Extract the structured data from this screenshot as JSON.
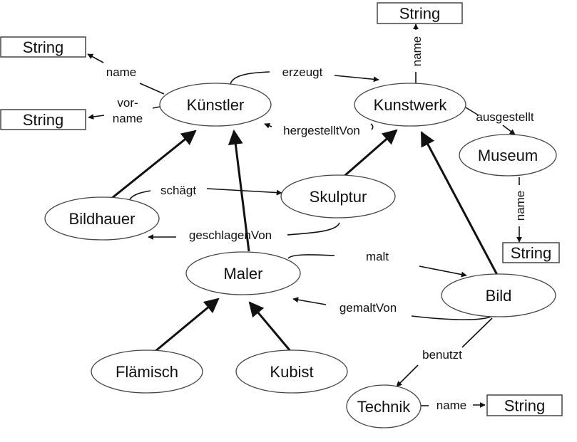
{
  "diagram": {
    "type": "ontology-graph",
    "classes": [
      {
        "id": "kuenstler",
        "label": "Künstler"
      },
      {
        "id": "kunstwerk",
        "label": "Kunstwerk"
      },
      {
        "id": "museum",
        "label": "Museum"
      },
      {
        "id": "bildhauer",
        "label": "Bildhauer"
      },
      {
        "id": "skulptur",
        "label": "Skulptur"
      },
      {
        "id": "maler",
        "label": "Maler"
      },
      {
        "id": "bild",
        "label": "Bild"
      },
      {
        "id": "flaemisch",
        "label": "Flämisch"
      },
      {
        "id": "kubist",
        "label": "Kubist"
      },
      {
        "id": "technik",
        "label": "Technik"
      }
    ],
    "literals": [
      {
        "id": "str_kuenstler_name",
        "label": "String"
      },
      {
        "id": "str_kuenstler_vorname",
        "label": "String"
      },
      {
        "id": "str_kunstwerk_name",
        "label": "String"
      },
      {
        "id": "str_museum_name",
        "label": "String"
      },
      {
        "id": "str_technik_name",
        "label": "String"
      }
    ],
    "properties": [
      {
        "id": "p_name_k",
        "label": "name",
        "from": "kuenstler",
        "to": "str_kuenstler_name"
      },
      {
        "id": "p_vorname_k",
        "label": "vor-\nname",
        "label_lines": [
          "vor-",
          "name"
        ],
        "from": "kuenstler",
        "to": "str_kuenstler_vorname"
      },
      {
        "id": "p_erzeugt",
        "label": "erzeugt",
        "from": "kuenstler",
        "to": "kunstwerk"
      },
      {
        "id": "p_hergestelltVon",
        "label": "hergestelltVon",
        "from": "kunstwerk",
        "to": "kuenstler"
      },
      {
        "id": "p_name_kw",
        "label": "name",
        "from": "kunstwerk",
        "to": "str_kunstwerk_name"
      },
      {
        "id": "p_ausgestellt",
        "label": "ausgestellt",
        "from": "kunstwerk",
        "to": "museum"
      },
      {
        "id": "p_name_m",
        "label": "name",
        "from": "museum",
        "to": "str_museum_name"
      },
      {
        "id": "p_schaegt",
        "label": "schägt",
        "from": "bildhauer",
        "to": "skulptur"
      },
      {
        "id": "p_geschlagenVon",
        "label": "geschlagenVon",
        "from": "skulptur",
        "to": "bildhauer"
      },
      {
        "id": "p_malt",
        "label": "malt",
        "from": "maler",
        "to": "bild"
      },
      {
        "id": "p_gemaltVon",
        "label": "gemaltVon",
        "from": "bild",
        "to": "maler"
      },
      {
        "id": "p_benutzt",
        "label": "benutzt",
        "from": "bild",
        "to": "technik"
      },
      {
        "id": "p_name_t",
        "label": "name",
        "from": "technik",
        "to": "str_technik_name"
      }
    ],
    "subclass_of": [
      {
        "child": "bildhauer",
        "parent": "kuenstler"
      },
      {
        "child": "maler",
        "parent": "kuenstler"
      },
      {
        "child": "skulptur",
        "parent": "kunstwerk"
      },
      {
        "child": "bild",
        "parent": "kunstwerk"
      },
      {
        "child": "flaemisch",
        "parent": "maler"
      },
      {
        "child": "kubist",
        "parent": "maler"
      }
    ]
  }
}
